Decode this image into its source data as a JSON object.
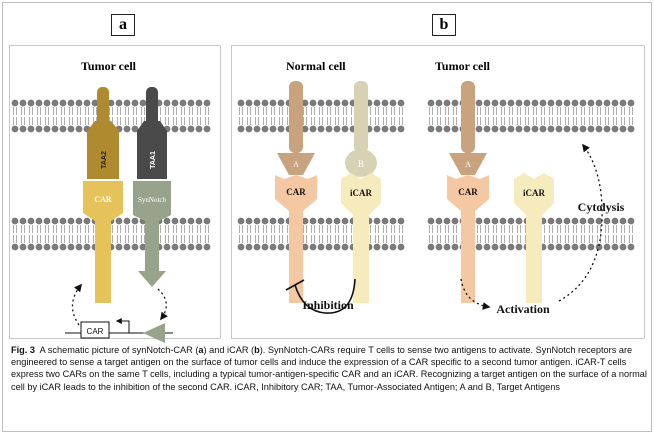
{
  "panels": {
    "a": {
      "label": "a",
      "title": "Tumor cell",
      "taa2": "TAA2",
      "taa1": "TAA1",
      "car": "CAR",
      "synnotch": "SynNotch",
      "gene_car": "CAR"
    },
    "b": {
      "label": "b",
      "normal_title": "Normal cell",
      "tumor_title": "Tumor cell",
      "antigen_a": "A",
      "antigen_b": "B",
      "car": "CAR",
      "icar_left": "iCAR",
      "icar_right": "iCAR",
      "antigen_a2": "A",
      "car2": "CAR",
      "inhibition": "Inhibition",
      "activation": "Activation",
      "cytolysis": "Cytolysis"
    }
  },
  "caption": {
    "fig": "Fig. 3",
    "t1": "A schematic picture of synNotch-CAR (",
    "a": "a",
    "t2": ") and iCAR (",
    "b": "b",
    "t3": "). SynNotch-CARs require T cells to sense two antigens to activate. SynNotch receptors are engineered to sense a target antigen on the surface of tumor cells and induce the expression of a CAR specific to a second tumor antigen. iCAR-T cells express two CARs on the same T cells, including a typical tumor-antigen-specific CAR and an iCAR. Recognizing a target antigen on the surface of a normal cell by iCAR leads to the inhibition of the second CAR. iCAR, Inhibitory CAR; TAA, Tumor-Associated Antigen; A and B, Target Antigens"
  },
  "colors": {
    "lipid_head": "#7a7a7a",
    "taa2": "#b08a2e",
    "car_gold": "#e6c35a",
    "taa1": "#4a4a4a",
    "synnotch": "#97a38a",
    "antigen_a": "#c9a27e",
    "antigen_b": "#d8d2b4",
    "car_peach": "#f3c8a2",
    "icar": "#f6ebbc"
  }
}
